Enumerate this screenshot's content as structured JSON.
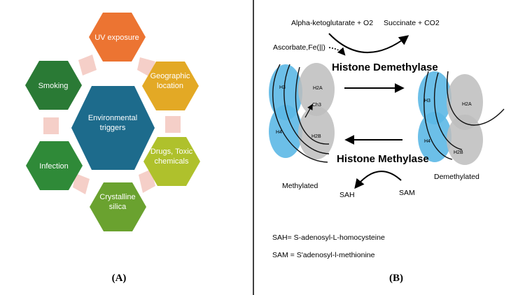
{
  "panel_a": {
    "label": "(A)",
    "center": {
      "lines": [
        "Environmental",
        "triggers"
      ],
      "color": "#1d6b8c"
    },
    "hexagons": [
      {
        "id": "uv",
        "lines": [
          "UV exposure"
        ],
        "color": "#ec7432"
      },
      {
        "id": "geo",
        "lines": [
          "Geographic",
          "location"
        ],
        "color": "#e3a925"
      },
      {
        "id": "drugs",
        "lines": [
          "Drugs, Toxic",
          "chemicals"
        ],
        "color": "#afc12c"
      },
      {
        "id": "silica",
        "lines": [
          "Crystalline",
          "silica"
        ],
        "color": "#6aa22f"
      },
      {
        "id": "infection",
        "lines": [
          "Infection"
        ],
        "color": "#2f8a38"
      },
      {
        "id": "smoking",
        "lines": [
          "Smoking"
        ],
        "color": "#2a7a35"
      }
    ],
    "connector_color": "#f5cfc8"
  },
  "panel_b": {
    "label": "(B)",
    "top_left_reagent": "Alpha-ketoglutarate + O2",
    "top_right_product": "Succinate + CO2",
    "cofactor": "Ascorbate,Fe(||)",
    "demethylase": "Histone Demethylase",
    "methylase": "Histone Methylase",
    "left_state": "Methylated",
    "right_state": "Demethylated",
    "sah": "SAH",
    "sam": "SAM",
    "methyl_group": "Ch3",
    "histone_labels": {
      "h3": "H3",
      "h4": "H4",
      "h2a": "H2A",
      "h2b": "H2B"
    },
    "legend": [
      "SAH= S-adenosyl-L-homocysteine",
      "SAM = S'adenosyl-l-methionine"
    ],
    "colors": {
      "blue_histone": "#5cb8e6",
      "gray_histone": "#bdbdbd"
    }
  }
}
